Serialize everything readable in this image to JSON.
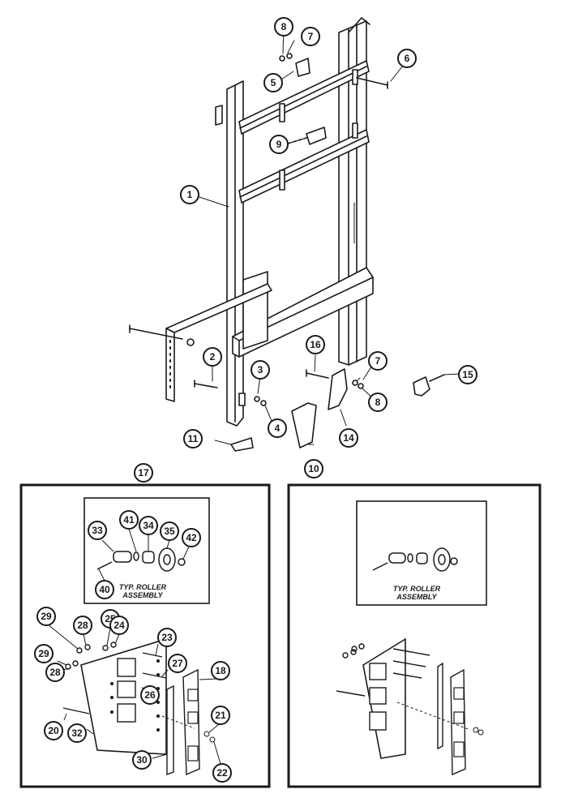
{
  "callouts": {
    "c1": "1",
    "c2": "2",
    "c3": "3",
    "c4": "4",
    "c5": "5",
    "c6": "6",
    "c7a": "7",
    "c7b": "7",
    "c8a": "8",
    "c8b": "8",
    "c9": "9",
    "c10": "10",
    "c11": "11",
    "c14": "14",
    "c15": "15",
    "c16": "16",
    "c17": "17",
    "c18": "18",
    "c20": "20",
    "c21": "21",
    "c22": "22",
    "c23": "23",
    "c24": "24",
    "c25": "25",
    "c26": "26",
    "c27": "27",
    "c28a": "28",
    "c28b": "28",
    "c29a": "29",
    "c29b": "29",
    "c30": "30",
    "c32": "32",
    "c33": "33",
    "c34": "34",
    "c35": "35",
    "c40": "40",
    "c41": "41",
    "c42": "42"
  },
  "left_inset": {
    "line1": "TYP. ROLLER",
    "line2": "ASSEMBLY"
  },
  "right_inset": {
    "line1": "TYP. ROLLER",
    "line2": "ASSEMBLY"
  },
  "colors": {
    "ink": "#1a1a1a",
    "paper": "#ffffff"
  }
}
